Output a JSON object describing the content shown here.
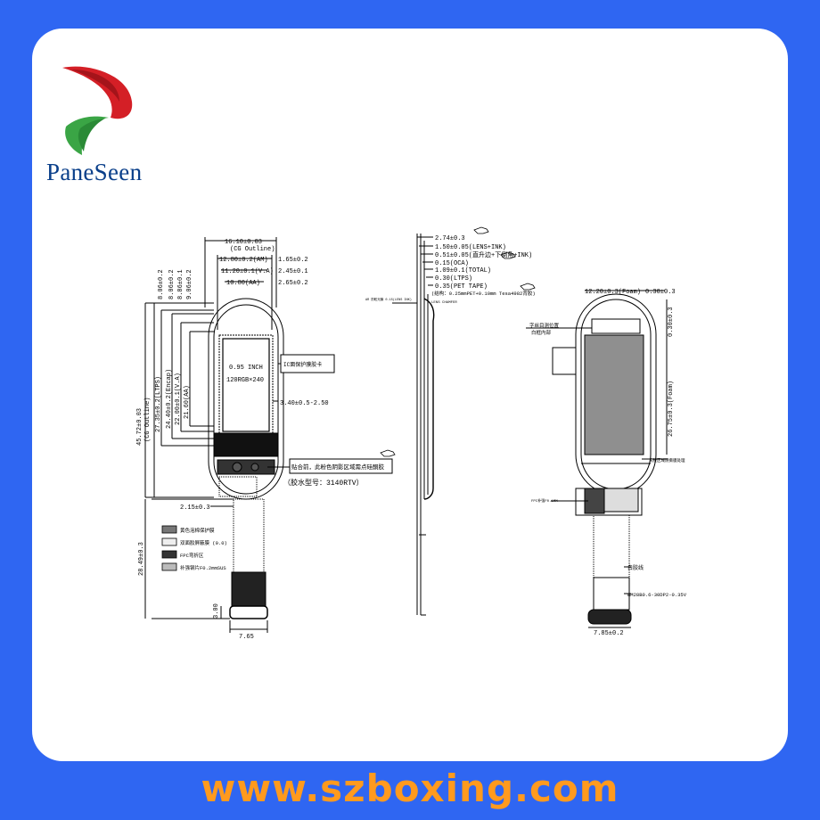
{
  "brand": {
    "name": "PaneSeen",
    "website": "www.szboxing.com"
  },
  "colors": {
    "background": "#2f66f2",
    "card": "#ffffff",
    "website_text": "#ff9a1e",
    "brand_text": "#0a3f8a",
    "logo_red": "#d41f26",
    "logo_green": "#3aa545"
  },
  "front_view": {
    "top_dims": [
      "16.10±0.03",
      "(CG Outline)",
      "12.80±0.2(AM)",
      "1.65±0.2",
      "11.20±0.1(V.A)",
      "2.45±0.1",
      "10.80(AA)",
      "2.65±0.2"
    ],
    "left_dims": [
      "8.06±0.2",
      "8.06±0.2",
      "8.86±0.1",
      "9.06±0.2",
      "45.72±0.03",
      "(CG Outline)",
      "27.35±0.2(LTPS)",
      "24.40±0.2(Encap)",
      "22.00±0.1(V.A)",
      "21.60(AA)"
    ],
    "screen_text": [
      "0.95 INCH",
      "120RGB×240"
    ],
    "right_note": "3.40±0.5-2.50",
    "side_label": "IC面保护膜胶卡",
    "glue_note": "贴合前，此粉色阴影区域需点硅酮胶",
    "glue_model": "（胶水型号：3140RTV）",
    "bottom_dims": [
      "2.15±0.3",
      "28.49±0.3",
      "3.00",
      "7.65"
    ]
  },
  "legend": [
    "黄色泡棉保护膜",
    "双面胶屏蔽膜 (0.0)",
    "FPC弯折区",
    "补强钢片F0.2mmSUS"
  ],
  "side_view": {
    "dims": [
      "2.74±0.3",
      "1.50±0.05(LENS+INK)",
      "0.51±0.05(直升边+下倒角+INK)",
      "0.15(OCA)",
      "1.09±0.1(TOTAL)",
      "0.30(LTPS)",
      "0.35(PET TAPE)"
    ],
    "note": "(结构：0.25mmPET+0.10mm Tesa4982背胶)",
    "left_label": "AR 防眩光膜 0.15(LENS INK)",
    "lens_label": "LENS CHAMFER"
  },
  "back_view": {
    "dims": [
      "12.20±0.3(Foam)",
      "0.30±0.3",
      "0.30±0.3",
      "26.75±0.3(Foam)",
      "7.85±0.2"
    ],
    "labels": [
      "字丝目测位置",
      "白框内部",
      "背胶区域防撕膜处理",
      "FPC补强F0.1MM",
      "白胶线",
      "BM28B0.6-30DP2-0.35V"
    ]
  }
}
